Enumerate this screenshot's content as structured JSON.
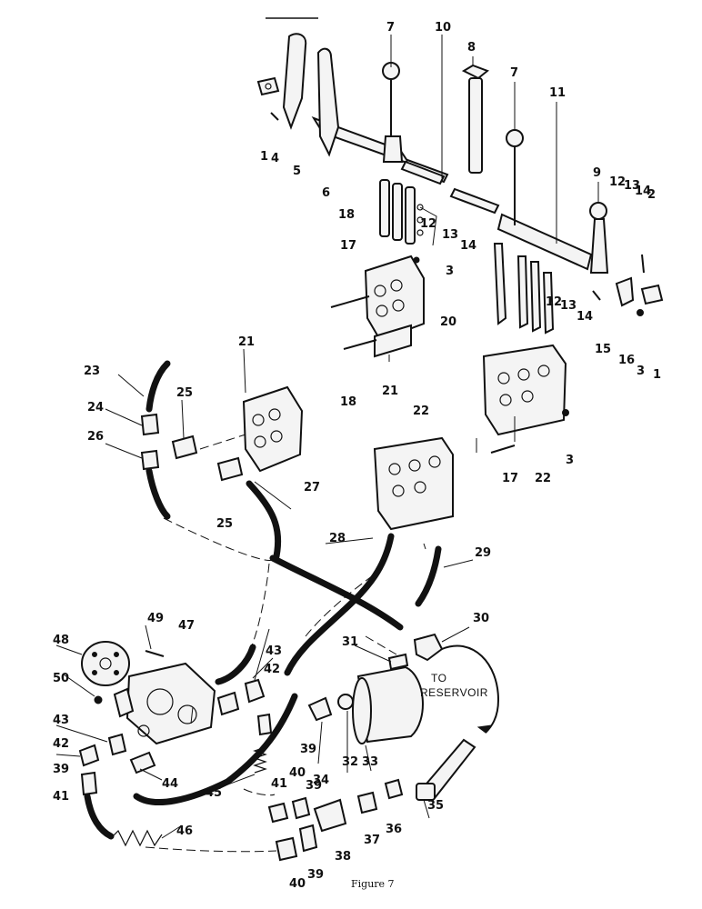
{
  "figure": {
    "caption": "Figure 7",
    "reservoir_note_line1": "TO",
    "reservoir_note_line2": "RESERVOIR"
  },
  "callouts": {
    "c1a": "1",
    "c1b": "1",
    "c2": "2",
    "c3a": "3",
    "c3b": "3",
    "c3c": "3",
    "c4": "4",
    "c5": "5",
    "c6": "6",
    "c7a": "7",
    "c7b": "7",
    "c8": "8",
    "c9": "9",
    "c10": "10",
    "c11": "11",
    "c12a": "12",
    "c12b": "12",
    "c12c": "12",
    "c13a": "13",
    "c13b": "13",
    "c13c": "13",
    "c14a": "14",
    "c14b": "14",
    "c14c": "14",
    "c15": "15",
    "c16": "16",
    "c17a": "17",
    "c17b": "17",
    "c18a": "18",
    "c18b": "18",
    "c20": "20",
    "c21a": "21",
    "c21b": "21",
    "c22a": "22",
    "c22b": "22",
    "c23": "23",
    "c24": "24",
    "c25a": "25",
    "c25b": "25",
    "c26": "26",
    "c27": "27",
    "c28": "28",
    "c29": "29",
    "c30": "30",
    "c31": "31",
    "c32": "32",
    "c33": "33",
    "c34": "34",
    "c35": "35",
    "c36": "36",
    "c37": "37",
    "c38": "38",
    "c39a": "39",
    "c39b": "39",
    "c39c": "39",
    "c39d": "39",
    "c40a": "40",
    "c40b": "40",
    "c41a": "41",
    "c41b": "41",
    "c42a": "42",
    "c42b": "42",
    "c43a": "43",
    "c43b": "43",
    "c44": "44",
    "c45": "45",
    "c46": "46",
    "c47": "47",
    "c48": "48",
    "c49": "49",
    "c50": "50"
  }
}
